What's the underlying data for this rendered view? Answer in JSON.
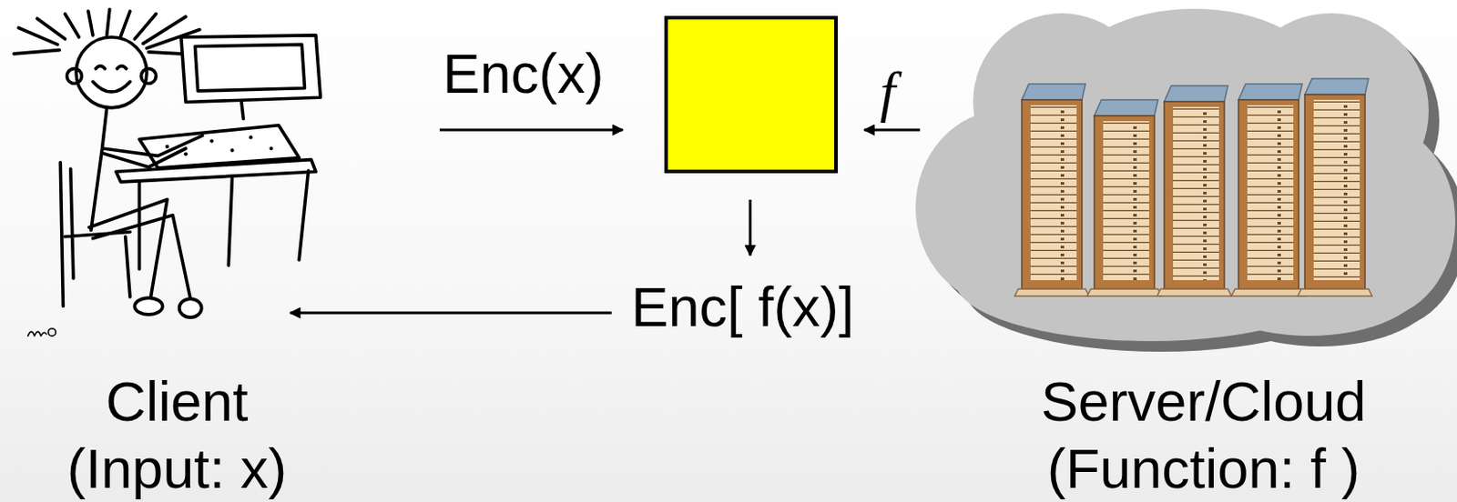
{
  "diagram": {
    "nodes": [
      {
        "text": [
          "Client",
          "(Input: x)"
        ]
      },
      {
        "text": []
      },
      {
        "text": [
          "Enc[ f(x)]"
        ]
      },
      {
        "text": [
          "Server/Cloud",
          "(Function: f )"
        ]
      }
    ],
    "edges": [
      {
        "from": 0,
        "to": 1,
        "label": "Enc(x)",
        "arrow": "to"
      },
      {
        "from": 3,
        "to": 1,
        "label": "f",
        "arrow": "to"
      },
      {
        "from": 1,
        "to": 2,
        "arrow": "to"
      },
      {
        "from": 2,
        "to": 0,
        "arrow": "to"
      }
    ]
  }
}
